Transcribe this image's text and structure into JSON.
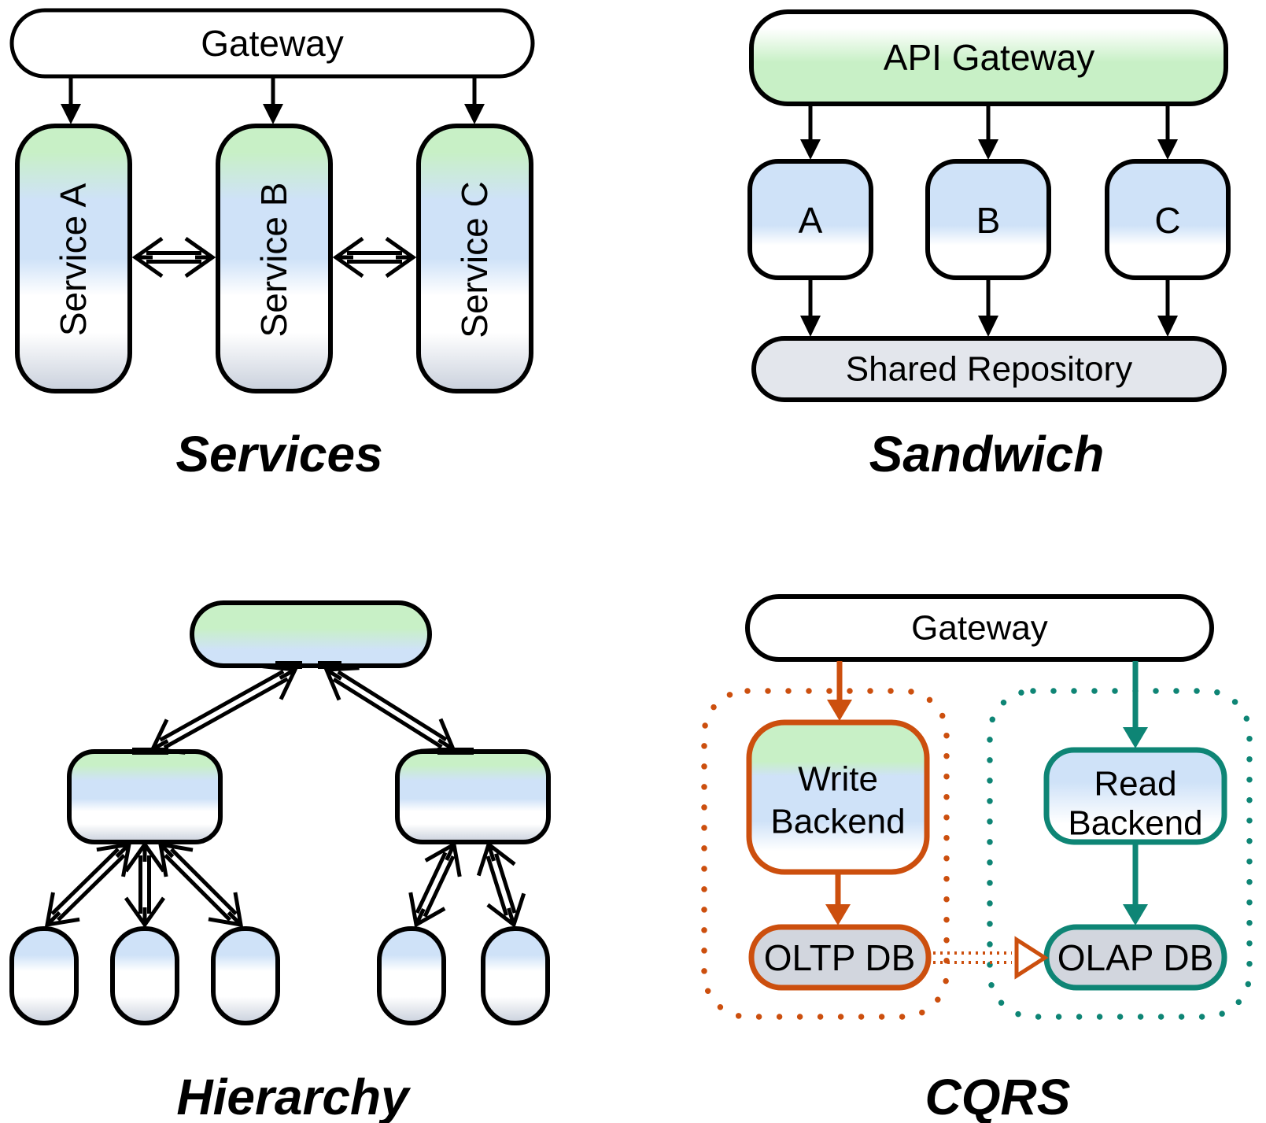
{
  "panels": {
    "services": {
      "title": "Services",
      "gateway_label": "Gateway",
      "nodes": [
        "Service A",
        "Service B",
        "Service C"
      ]
    },
    "sandwich": {
      "title": "Sandwich",
      "gateway_label": "API Gateway",
      "nodes": [
        "A",
        "B",
        "C"
      ],
      "repository_label": "Shared Repository"
    },
    "hierarchy": {
      "title": "Hierarchy"
    },
    "cqrs": {
      "title": "CQRS",
      "gateway_label": "Gateway",
      "write_lines": [
        "Write",
        "Backend"
      ],
      "read_lines": [
        "Read",
        "Backend"
      ],
      "oltp_label": "OLTP DB",
      "olap_label": "OLAP DB"
    }
  },
  "colors": {
    "green": "#c8f0c6",
    "blue": "#cfe2f8",
    "gray_blue": "#c9d0dc",
    "repo_fill": "#e3e6ec",
    "db_fill": "#d2d6de",
    "orange": "#cc4f0e",
    "teal": "#0e8575",
    "black": "#000000"
  }
}
